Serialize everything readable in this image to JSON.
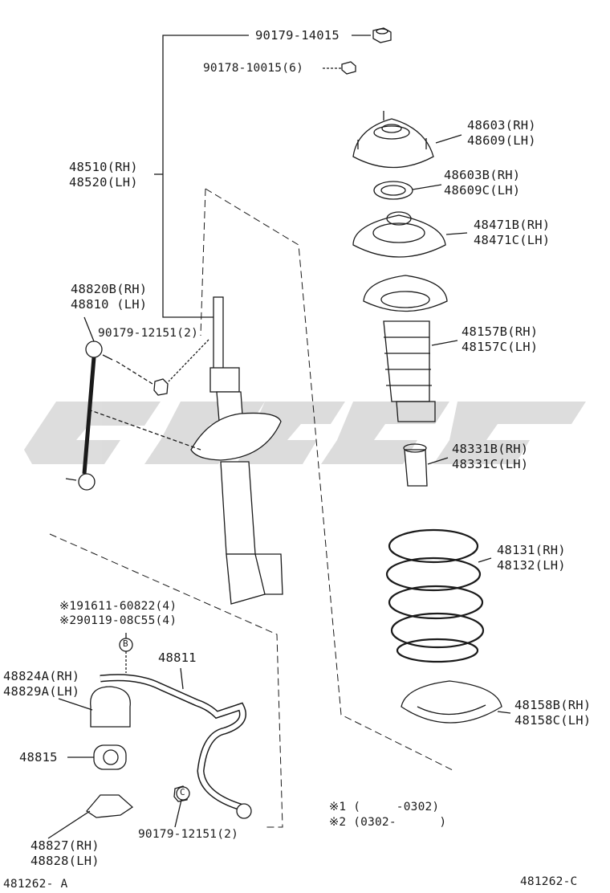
{
  "watermark": "GPSC",
  "colors": {
    "ink": "#1a1a1a",
    "watermark": "#d9d9d9",
    "paper": "#ffffff"
  },
  "labels": {
    "nut_top": "90179-14015",
    "nut_top_small": "90178-10015(6)",
    "strut": [
      "48510(RH)",
      "48520(LH)"
    ],
    "link": [
      "48820B(RH)",
      "48810  (LH)"
    ],
    "link_nut": "90179-12151(2)",
    "support": [
      "48603(RH)",
      "48609(LH)"
    ],
    "bearing": [
      "48603B(RH)",
      "48609C(LH)"
    ],
    "upper_seat": [
      "48471B(RH)",
      "48471C(LH)"
    ],
    "boot": [
      "48157B(RH)",
      "48157C(LH)"
    ],
    "bumper": [
      "48331B(RH)",
      "48331C(LH)"
    ],
    "spring": [
      "48131(RH)",
      "48132(LH)"
    ],
    "lower_insulator": [
      "48158B(RH)",
      "48158C(LH)"
    ],
    "bolt_notes": [
      "※191611-60822(4)",
      "※290119-08C55(4)"
    ],
    "ref_b": "B",
    "ref_c": "C",
    "stabilizer_bar": "48811",
    "bracket": [
      "48824A(RH)",
      "48829A(LH)"
    ],
    "bushing": "48815",
    "clamp": [
      "48827(RH)",
      "48828(LH)"
    ],
    "bar_nut": "90179-12151(2)",
    "note1": "※1 (     -0302)",
    "note2": "※2 (0302-      )",
    "figure_left": "481262- A",
    "figure_right": "481262-C"
  }
}
